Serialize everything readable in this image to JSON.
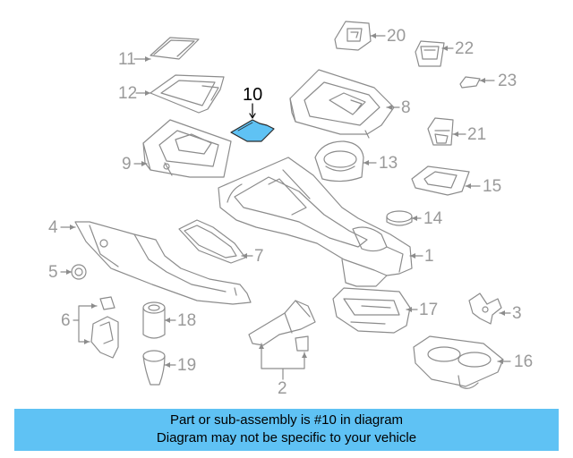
{
  "diagram": {
    "highlight_part": "10",
    "highlight_color": "#5fc2f4",
    "line_color": "#8c8c8c",
    "callouts": [
      {
        "id": "c1",
        "label": "1"
      },
      {
        "id": "c2",
        "label": "2"
      },
      {
        "id": "c3",
        "label": "3"
      },
      {
        "id": "c4",
        "label": "4"
      },
      {
        "id": "c5",
        "label": "5"
      },
      {
        "id": "c6",
        "label": "6"
      },
      {
        "id": "c7",
        "label": "7"
      },
      {
        "id": "c8",
        "label": "8"
      },
      {
        "id": "c9",
        "label": "9"
      },
      {
        "id": "c10",
        "label": "10"
      },
      {
        "id": "c11",
        "label": "11"
      },
      {
        "id": "c12",
        "label": "12"
      },
      {
        "id": "c13",
        "label": "13"
      },
      {
        "id": "c14",
        "label": "14"
      },
      {
        "id": "c15",
        "label": "15"
      },
      {
        "id": "c16",
        "label": "16"
      },
      {
        "id": "c17",
        "label": "17"
      },
      {
        "id": "c18",
        "label": "18"
      },
      {
        "id": "c19",
        "label": "19"
      },
      {
        "id": "c20",
        "label": "20"
      },
      {
        "id": "c21",
        "label": "21"
      },
      {
        "id": "c22",
        "label": "22"
      },
      {
        "id": "c23",
        "label": "23"
      }
    ]
  },
  "banner": {
    "line1": "Part or sub-assembly is #10 in diagram",
    "line2": "Diagram may not be specific to your vehicle",
    "background": "#5fc2f4"
  }
}
